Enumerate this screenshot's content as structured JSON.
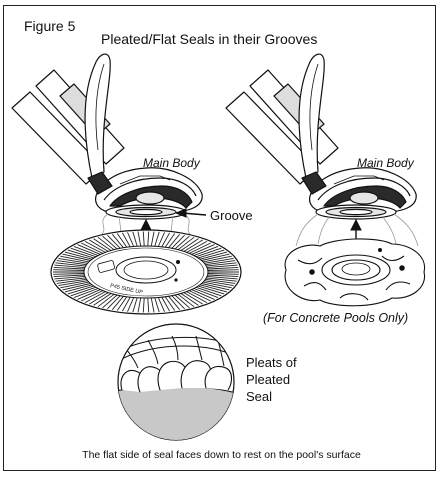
{
  "figure": {
    "label": "Figure 5",
    "title": "Pleated/Flat Seals in their Grooves",
    "caption": "The flat side of seal faces down to rest on the pool's surface"
  },
  "left_panel": {
    "body_label": "Main Body",
    "groove_label": "Groove",
    "seal_text": "P45 SIDE UP"
  },
  "right_panel": {
    "body_label": "Main Body",
    "note": "(For Concrete Pools Only)"
  },
  "detail": {
    "label_line1": "Pleats of",
    "label_line2": "Pleated",
    "label_line3": "Seal"
  },
  "colors": {
    "ink": "#111111",
    "surface_fill": "#c8c8c8",
    "body_dark": "#2a2a2a",
    "body_light": "#e6e6e6"
  },
  "icons": [
    "pool-cleaner-left-drawing",
    "pool-cleaner-right-drawing",
    "pleated-seal-drawing",
    "flat-seal-drawing",
    "pleat-detail-drawing"
  ]
}
